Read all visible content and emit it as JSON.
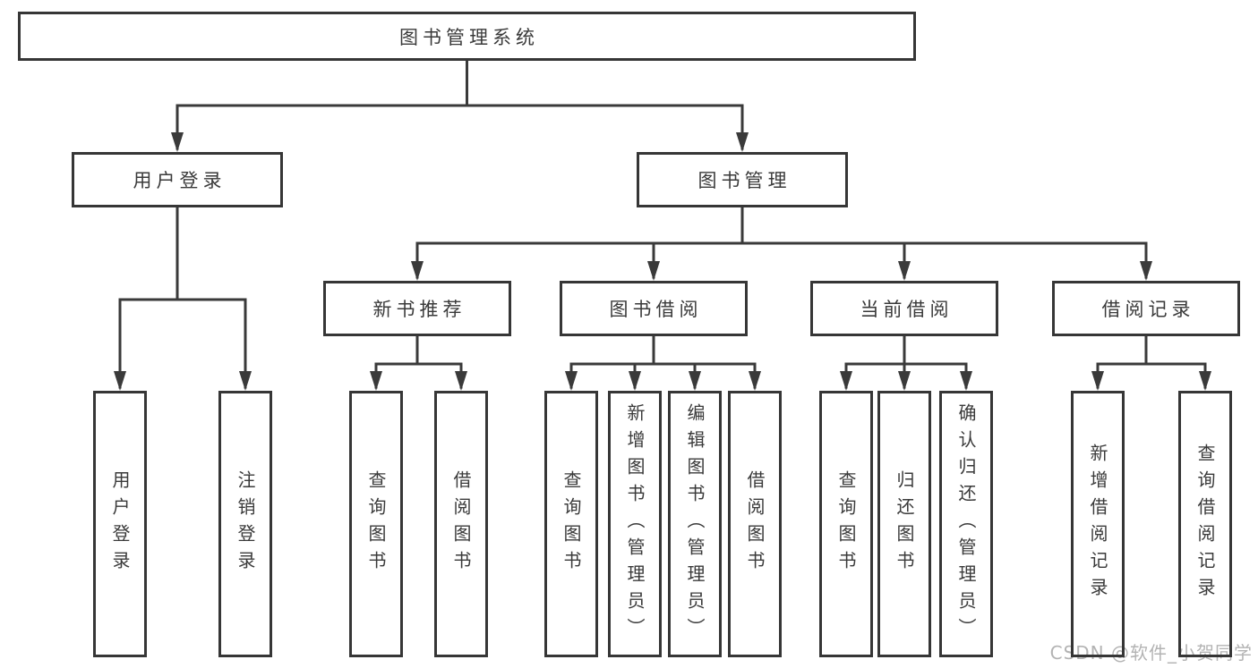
{
  "diagram": {
    "type": "tree",
    "title": "图书管理系统",
    "colors": {
      "line": "#3a3a3a",
      "box_border": "#363636",
      "box_fill": "#ffffff",
      "text": "#3a3a3a",
      "watermark": "#b3b3b3"
    },
    "root": {
      "label": "图书管理系统",
      "children": [
        {
          "label": "用户登录",
          "children": [
            {
              "label": "用户登录"
            },
            {
              "label": "注销登录"
            }
          ]
        },
        {
          "label": "图书管理",
          "children": [
            {
              "label": "新书推荐",
              "children": [
                {
                  "label": "查询图书"
                },
                {
                  "label": "借阅图书"
                }
              ]
            },
            {
              "label": "图书借阅",
              "children": [
                {
                  "label": "查询图书"
                },
                {
                  "label": "新增图书（管理员）"
                },
                {
                  "label": "编辑图书（管理员）"
                },
                {
                  "label": "借阅图书"
                }
              ]
            },
            {
              "label": "当前借阅",
              "children": [
                {
                  "label": "查询图书"
                },
                {
                  "label": "归还图书"
                },
                {
                  "label": "确认归还（管理员）"
                }
              ]
            },
            {
              "label": "借阅记录",
              "children": [
                {
                  "label": "新增借阅记录"
                },
                {
                  "label": "查询借阅记录"
                }
              ]
            }
          ]
        }
      ]
    }
  },
  "watermark": "CSDN @软件_小贺同学"
}
